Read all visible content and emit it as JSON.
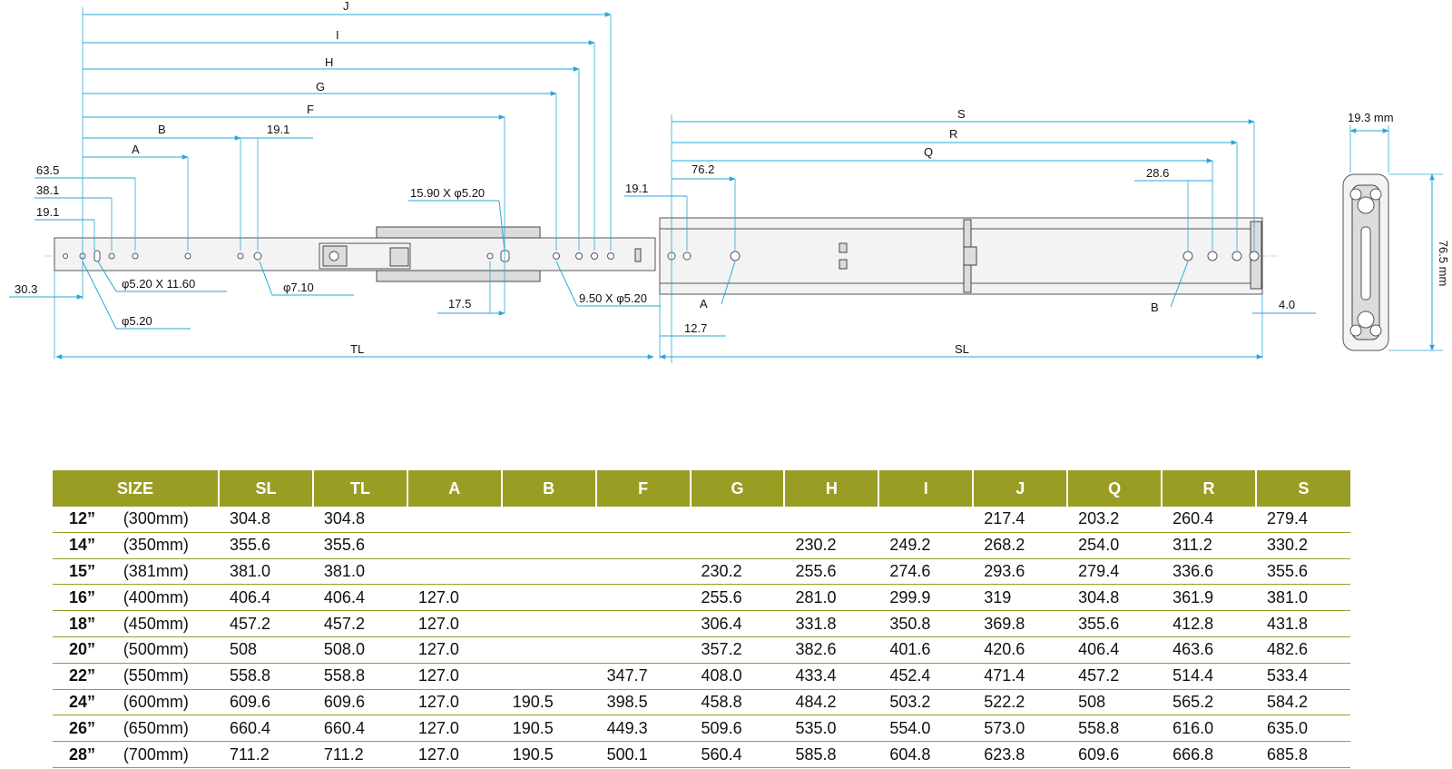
{
  "dimension_labels": {
    "J": "J",
    "I": "I",
    "H": "H",
    "G": "G",
    "F": "F",
    "B": "B",
    "A": "A",
    "B_19_1": "19.1",
    "d63_5": "63.5",
    "d38_1": "38.1",
    "d19_1_left": "19.1",
    "d30_3": "30.3",
    "slot_520_1160": "φ5.20 X 11.60",
    "hole_520": "φ5.20",
    "hole_710": "φ7.10",
    "slot_1590_520": "15.90 X φ5.20",
    "d17_5": "17.5",
    "slot_950_520": "9.50 X φ5.20",
    "TL": "TL",
    "SL": "SL",
    "S": "S",
    "R": "R",
    "Q": "Q",
    "d76_2": "76.2",
    "d19_1_mid": "19.1",
    "d28_6": "28.6",
    "A_mid": "A",
    "B_right": "B",
    "d12_7": "12.7",
    "d4_0": "4.0",
    "width_19_3": "19.3 mm",
    "height_76_5": "76.5 mm"
  },
  "table": {
    "headers": [
      "SIZE",
      "SL",
      "TL",
      "A",
      "B",
      "F",
      "G",
      "H",
      "I",
      "J",
      "Q",
      "R",
      "S"
    ],
    "rows": [
      {
        "inch": "12”",
        "mm": "(300mm)",
        "values": [
          "304.8",
          "304.8",
          "",
          "",
          "",
          "",
          "",
          "",
          "217.4",
          "203.2",
          "260.4",
          "279.4"
        ]
      },
      {
        "inch": "14”",
        "mm": "(350mm)",
        "values": [
          "355.6",
          "355.6",
          "",
          "",
          "",
          "",
          "230.2",
          "249.2",
          "268.2",
          "254.0",
          "311.2",
          "330.2"
        ]
      },
      {
        "inch": "15”",
        "mm": "(381mm)",
        "values": [
          "381.0",
          "381.0",
          "",
          "",
          "",
          "230.2",
          "255.6",
          "274.6",
          "293.6",
          "279.4",
          "336.6",
          "355.6"
        ]
      },
      {
        "inch": "16”",
        "mm": "(400mm)",
        "values": [
          "406.4",
          "406.4",
          "127.0",
          "",
          "",
          "255.6",
          "281.0",
          "299.9",
          "319",
          "304.8",
          "361.9",
          "381.0"
        ]
      },
      {
        "inch": "18”",
        "mm": "(450mm)",
        "values": [
          "457.2",
          "457.2",
          "127.0",
          "",
          "",
          "306.4",
          "331.8",
          "350.8",
          "369.8",
          "355.6",
          "412.8",
          "431.8"
        ]
      },
      {
        "inch": "20”",
        "mm": "(500mm)",
        "values": [
          "508",
          "508.0",
          "127.0",
          "",
          "",
          "357.2",
          "382.6",
          "401.6",
          "420.6",
          "406.4",
          "463.6",
          "482.6"
        ]
      },
      {
        "inch": "22”",
        "mm": "(550mm)",
        "values": [
          "558.8",
          "558.8",
          "127.0",
          "",
          "347.7",
          "408.0",
          "433.4",
          "452.4",
          "471.4",
          "457.2",
          "514.4",
          "533.4"
        ]
      },
      {
        "inch": "24”",
        "mm": "(600mm)",
        "values": [
          "609.6",
          "609.6",
          "127.0",
          "190.5",
          "398.5",
          "458.8",
          "484.2",
          "503.2",
          "522.2",
          "508",
          "565.2",
          "584.2"
        ]
      },
      {
        "inch": "26”",
        "mm": "(650mm)",
        "values": [
          "660.4",
          "660.4",
          "127.0",
          "190.5",
          "449.3",
          "509.6",
          "535.0",
          "554.0",
          "573.0",
          "558.8",
          "616.0",
          "635.0"
        ]
      },
      {
        "inch": "28”",
        "mm": "(700mm)",
        "values": [
          "711.2",
          "711.2",
          "127.0",
          "190.5",
          "500.1",
          "560.4",
          "585.8",
          "604.8",
          "623.8",
          "609.6",
          "666.8",
          "685.8"
        ]
      }
    ]
  }
}
